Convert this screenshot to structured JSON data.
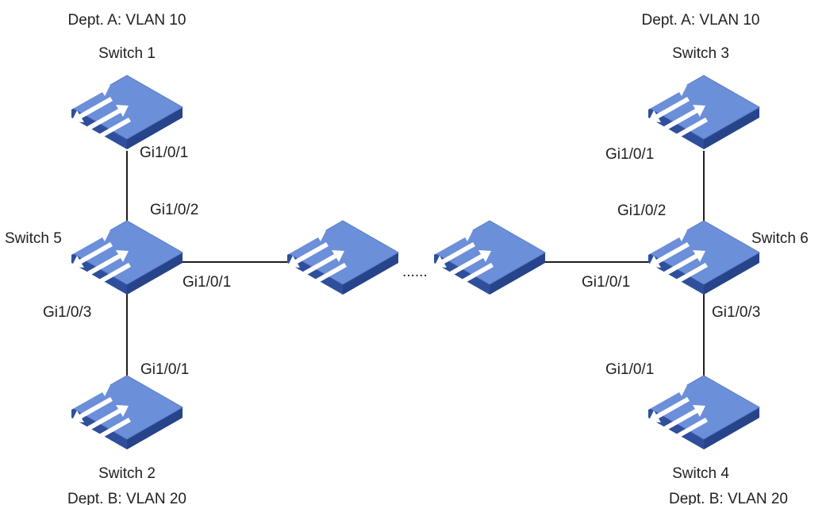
{
  "switches": {
    "s1": {
      "name": "Switch 1",
      "dept": "Dept. A: VLAN 10"
    },
    "s2": {
      "name": "Switch 2",
      "dept": "Dept. B: VLAN 20"
    },
    "s3": {
      "name": "Switch 3",
      "dept": "Dept. A: VLAN 10"
    },
    "s4": {
      "name": "Switch 4",
      "dept": "Dept. B: VLAN 20"
    },
    "s5": {
      "name": "Switch 5"
    },
    "s6": {
      "name": "Switch 6"
    }
  },
  "ports": {
    "s1_down": "Gi1/0/1",
    "s5_up": "Gi1/0/2",
    "s5_right": "Gi1/0/1",
    "s5_down": "Gi1/0/3",
    "s2_up": "Gi1/0/1",
    "s3_down": "Gi1/0/1",
    "s6_up": "Gi1/0/2",
    "s6_left": "Gi1/0/1",
    "s6_down": "Gi1/0/3",
    "s4_up": "Gi1/0/1"
  },
  "ellipsis": "......",
  "colors": {
    "switch_top": "#6c8fd9",
    "switch_side": "#3b5fb3",
    "switch_front": "#2f4f9c",
    "arrow": "#ffffff",
    "link": "#1e1e1e"
  }
}
